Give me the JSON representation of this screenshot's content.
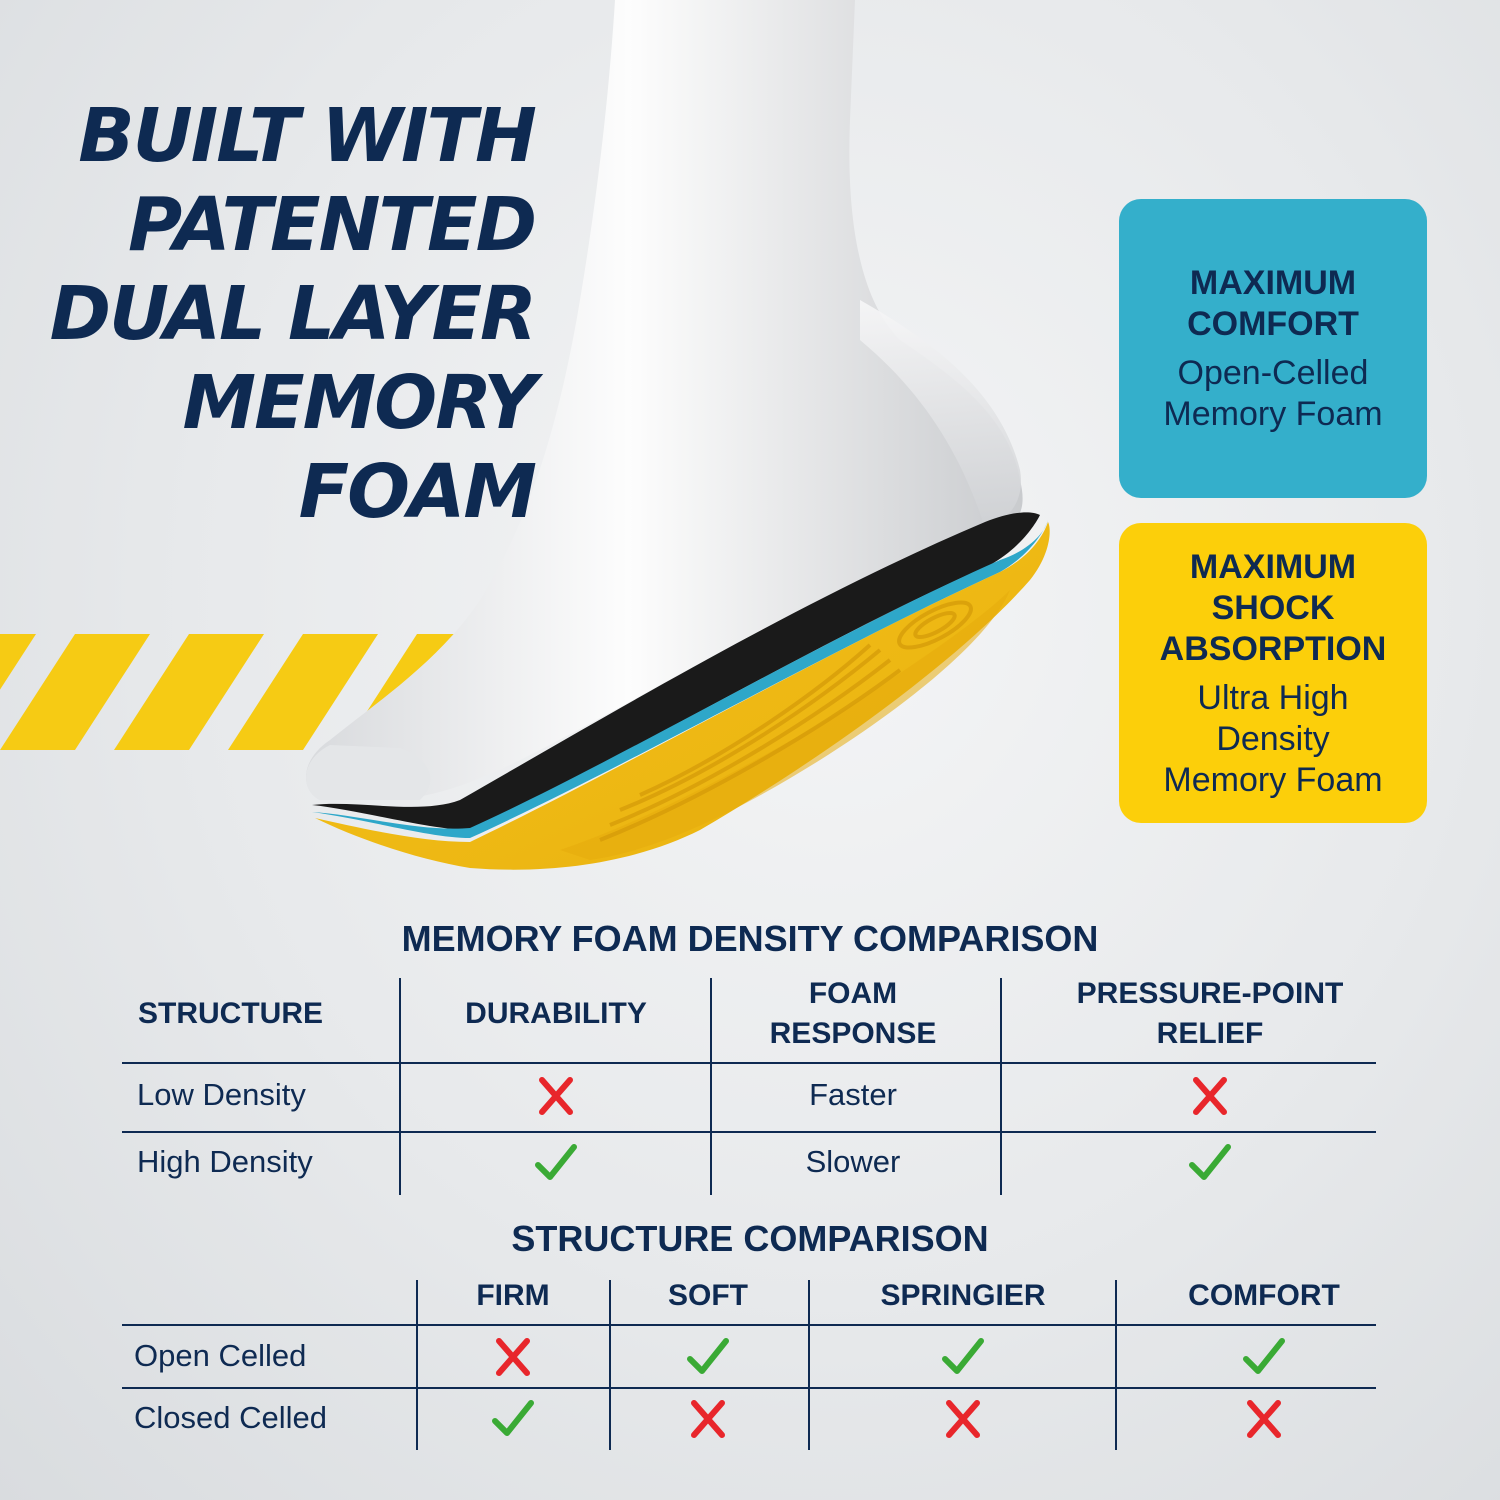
{
  "headline": {
    "lines": [
      "BUILT WITH",
      "PATENTED",
      "DUAL LAYER",
      "MEMORY",
      "FOAM"
    ]
  },
  "callouts": {
    "comfort": {
      "title_lines": [
        "MAXIMUM",
        "COMFORT"
      ],
      "sub_lines": [
        "Open-Celled",
        "Memory Foam"
      ],
      "color": "#34afcb"
    },
    "shock": {
      "title_lines": [
        "MAXIMUM",
        "SHOCK",
        "ABSORPTION"
      ],
      "sub_lines": [
        "Ultra High",
        "Density",
        "Memory Foam"
      ],
      "color": "#fccf0a"
    }
  },
  "density_table": {
    "title": "MEMORY FOAM DENSITY COMPARISON",
    "headers": [
      "STRUCTURE",
      "DURABILITY",
      "FOAM\nRESPONSE",
      "PRESSURE-POINT\nRELIEF"
    ],
    "header_lines": [
      [
        "STRUCTURE"
      ],
      [
        "DURABILITY"
      ],
      [
        "FOAM",
        "RESPONSE"
      ],
      [
        "PRESSURE-POINT",
        "RELIEF"
      ]
    ],
    "rows": [
      {
        "label": "Low Density",
        "durability": "cross",
        "response": "Faster",
        "relief": "cross"
      },
      {
        "label": "High Density",
        "durability": "check",
        "response": "Slower",
        "relief": "check"
      }
    ]
  },
  "structure_table": {
    "title": "STRUCTURE COMPARISON",
    "headers": [
      "FIRM",
      "SOFT",
      "SPRINGIER",
      "COMFORT"
    ],
    "rows": [
      {
        "label": "Open Celled",
        "values": [
          "cross",
          "check",
          "check",
          "check"
        ]
      },
      {
        "label": "Closed Celled",
        "values": [
          "check",
          "cross",
          "cross",
          "cross"
        ]
      }
    ]
  },
  "colors": {
    "navy": "#0e2a52",
    "check": "#3aaa35",
    "cross": "#e8262b",
    "stripe": "#f6cb14",
    "insole_yellow": "#f2c01e",
    "insole_blue": "#2ea7c9"
  },
  "icons": {
    "check": "check-icon",
    "cross": "cross-icon"
  }
}
